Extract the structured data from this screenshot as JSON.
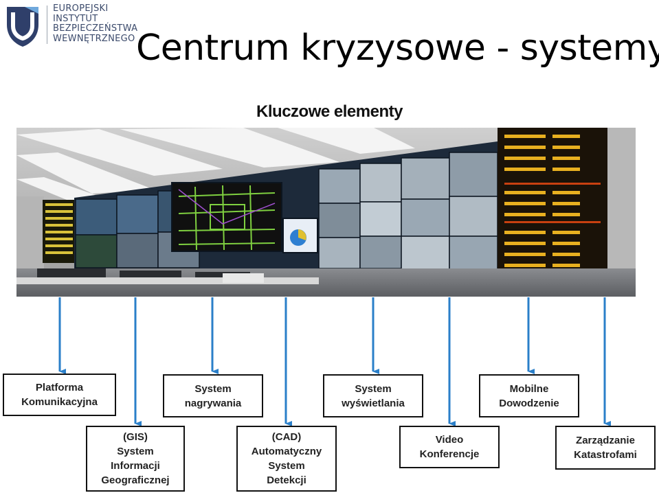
{
  "header": {
    "logo_lines": [
      "EUROPEJSKI",
      "INSTYTUT",
      "BEZPIECZEŃSTWA",
      "WEWNĘTRZNEGO"
    ],
    "title": "Centrum kryzysowe - systemy"
  },
  "diagram": {
    "heading": "Kluczowe elementy",
    "accent_color": "#2a7fc9",
    "photo_description_icon": "control-room-video-wall",
    "boxes": [
      {
        "id": "platforma",
        "label": "Platforma\nKomunikacyjna"
      },
      {
        "id": "gis",
        "label": "(GIS)\nSystem\nInformacji\nGeograficznej"
      },
      {
        "id": "nagrywania",
        "label": "System\nnagrywania"
      },
      {
        "id": "cad",
        "label": "(CAD)\nAutomatyczny\nSystem\nDetekcji"
      },
      {
        "id": "wyswietlania",
        "label": "System\nwyświetlania"
      },
      {
        "id": "video",
        "label": "Video\nKonferencje"
      },
      {
        "id": "mobilne",
        "label": "Mobilne\nDowodzenie"
      },
      {
        "id": "katastrofy",
        "label": "Zarządzanie\nKatastrofami"
      }
    ]
  }
}
